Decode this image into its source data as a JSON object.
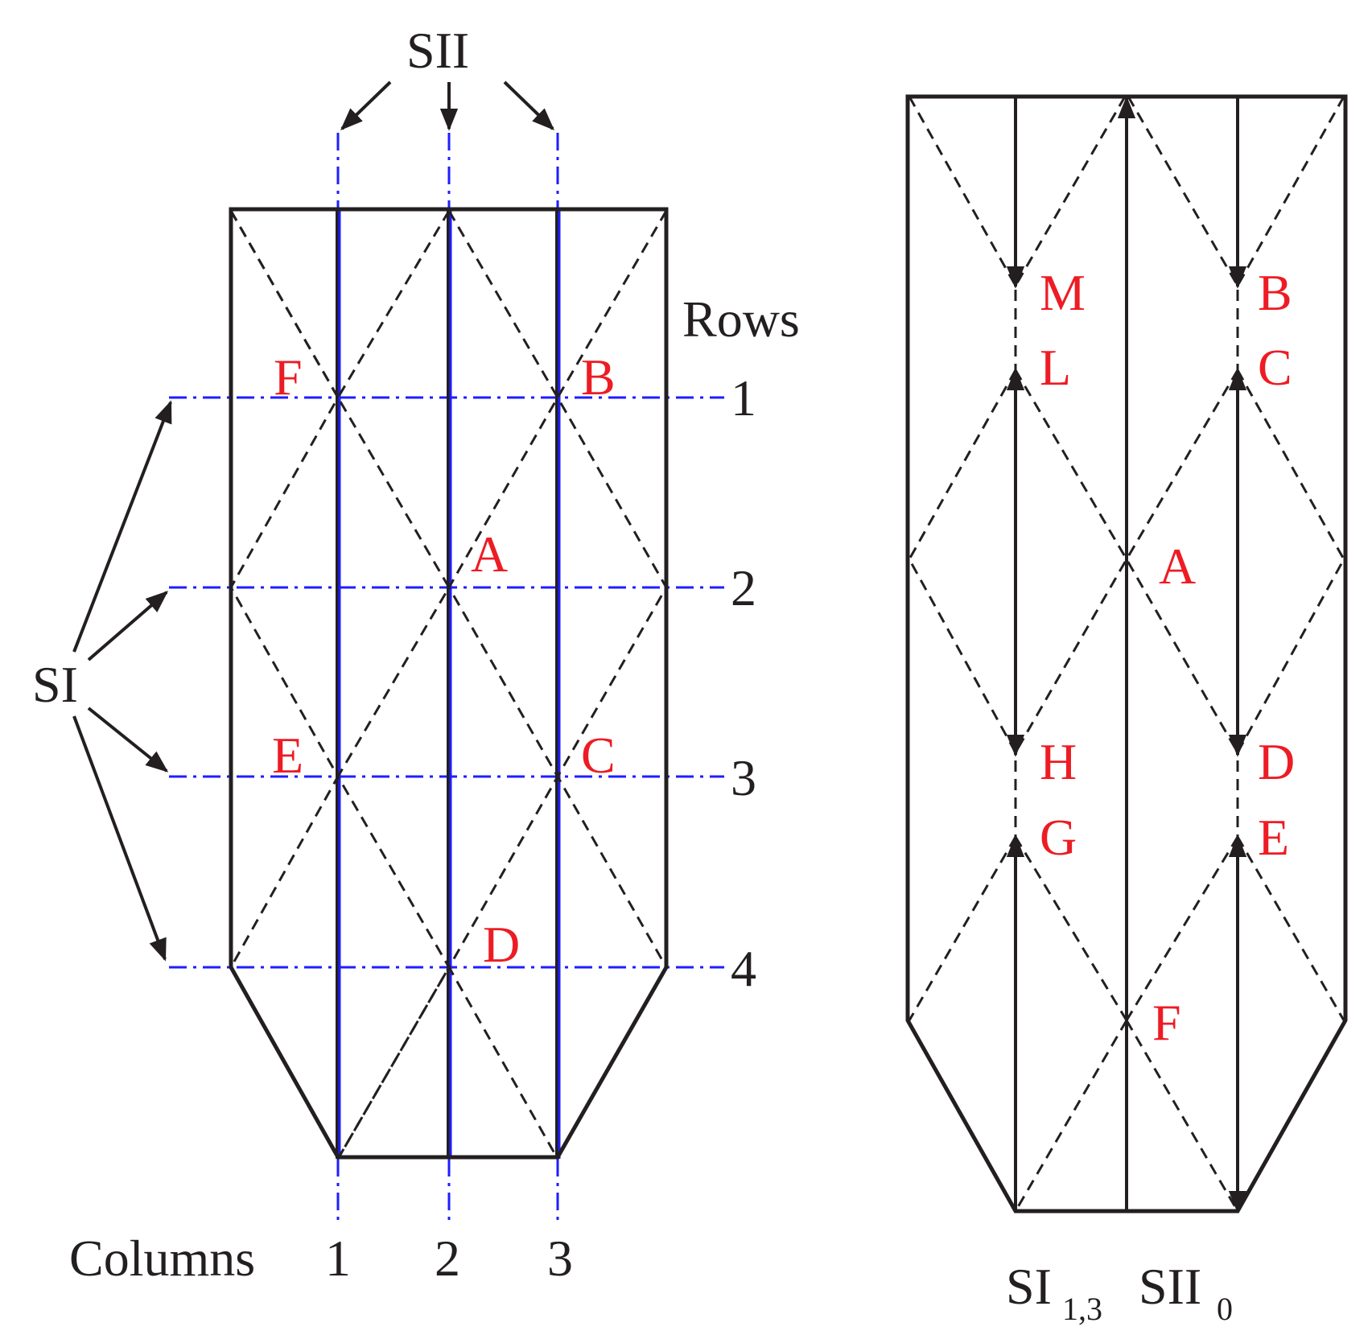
{
  "left_diagram": {
    "sii_label": "SII",
    "si_label": "SI",
    "rows_label": "Rows",
    "columns_label": "Columns",
    "row_numbers": [
      "1",
      "2",
      "3",
      "4"
    ],
    "column_numbers": [
      "1",
      "2",
      "3"
    ],
    "point_labels": {
      "F": "F",
      "B": "B",
      "A": "A",
      "E": "E",
      "C": "C",
      "D": "D"
    }
  },
  "right_diagram": {
    "point_labels": {
      "M": "M",
      "L": "L",
      "B": "B",
      "C": "C",
      "A": "A",
      "H": "H",
      "G": "G",
      "D": "D",
      "E": "E",
      "F": "F"
    },
    "caption": {
      "si_main": "SI",
      "si_sub": "1,3",
      "sii_main": "SII",
      "sii_sub": "0"
    }
  },
  "colors": {
    "line": "#231f20",
    "blue": "#1e1eff",
    "red": "#ed1c24"
  }
}
